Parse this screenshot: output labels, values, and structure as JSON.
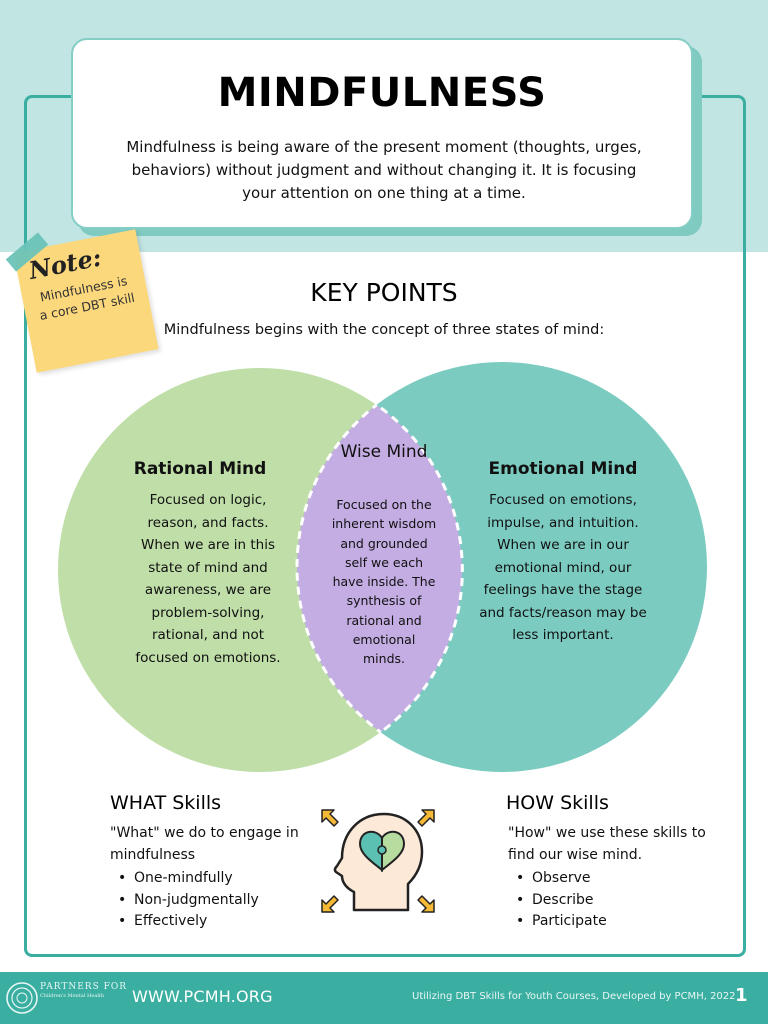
{
  "header": {
    "title": "MINDFULNESS",
    "intro": "Mindfulness is being aware of the present moment (thoughts, urges, behaviors) without judgment and without changing it. It is focusing your attention on one thing at a time."
  },
  "note": {
    "title": "Note:",
    "body": "Mindfulness is a core DBT skill"
  },
  "key_points": {
    "title": "KEY POINTS",
    "subtitle": "Mindfulness begins with the concept of three states of mind:"
  },
  "states": {
    "rational": {
      "heading": "Rational Mind",
      "text": "Focused on logic, reason, and facts. When we are in this state of mind and awareness, we are problem-solving, rational, and not focused on emotions."
    },
    "wise": {
      "heading": "Wise Mind",
      "text": "Focused on the inherent wisdom and grounded self we each have inside. The synthesis of rational and emotional minds."
    },
    "emotional": {
      "heading": "Emotional Mind",
      "text": "Focused on emotions, impulse, and intuition. When we are in our emotional mind, our feelings have the stage and facts/reason may be less important."
    }
  },
  "what_skills": {
    "heading": "WHAT Skills",
    "text": "\"What\" we do to engage in mindfulness",
    "items": [
      "One-mindfully",
      "Non-judgmentally",
      "Effectively"
    ]
  },
  "how_skills": {
    "heading": "HOW Skills",
    "text": "\"How\" we use these skills to find our wise mind.",
    "items": [
      "Observe",
      "Describe",
      "Participate"
    ]
  },
  "icons": {
    "center": "head-heart-puzzle-icon",
    "arrows": "expand-arrow-icon",
    "logo": "partners-logo-icon"
  },
  "colors": {
    "teal": "#3aafa1",
    "light_teal": "#c1e5e2",
    "rational_green": "#bfdea8",
    "emotional_teal": "#7bcbc1",
    "wise_purple": "#c4ade3",
    "note_yellow": "#fcd87c",
    "arrow_orange": "#f5b935"
  },
  "footer": {
    "logo_text": "PARTNERS FOR",
    "logo_sub": "Children's Mental Health",
    "url": "WWW.PCMH.ORG",
    "credit": "Utilizing DBT Skills for Youth Courses, Developed by PCMH, 2022",
    "page": "1"
  }
}
